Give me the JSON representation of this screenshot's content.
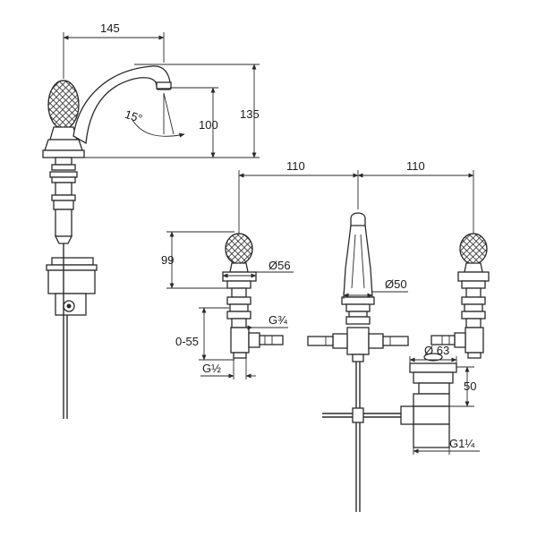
{
  "dimensions": {
    "d145": "145",
    "d135": "135",
    "d100": "100",
    "angle": "15°",
    "d110_left": "110",
    "d110_right": "110",
    "d99": "99",
    "d56": "Ø56",
    "d50": "Ø50",
    "g34": "G¾",
    "range": "0-55",
    "g12": "G½",
    "d63": "Ø 63",
    "d50b": "50",
    "g114": "G1¼"
  },
  "colors": {
    "line": "#2a2a2a",
    "background": "#ffffff"
  }
}
